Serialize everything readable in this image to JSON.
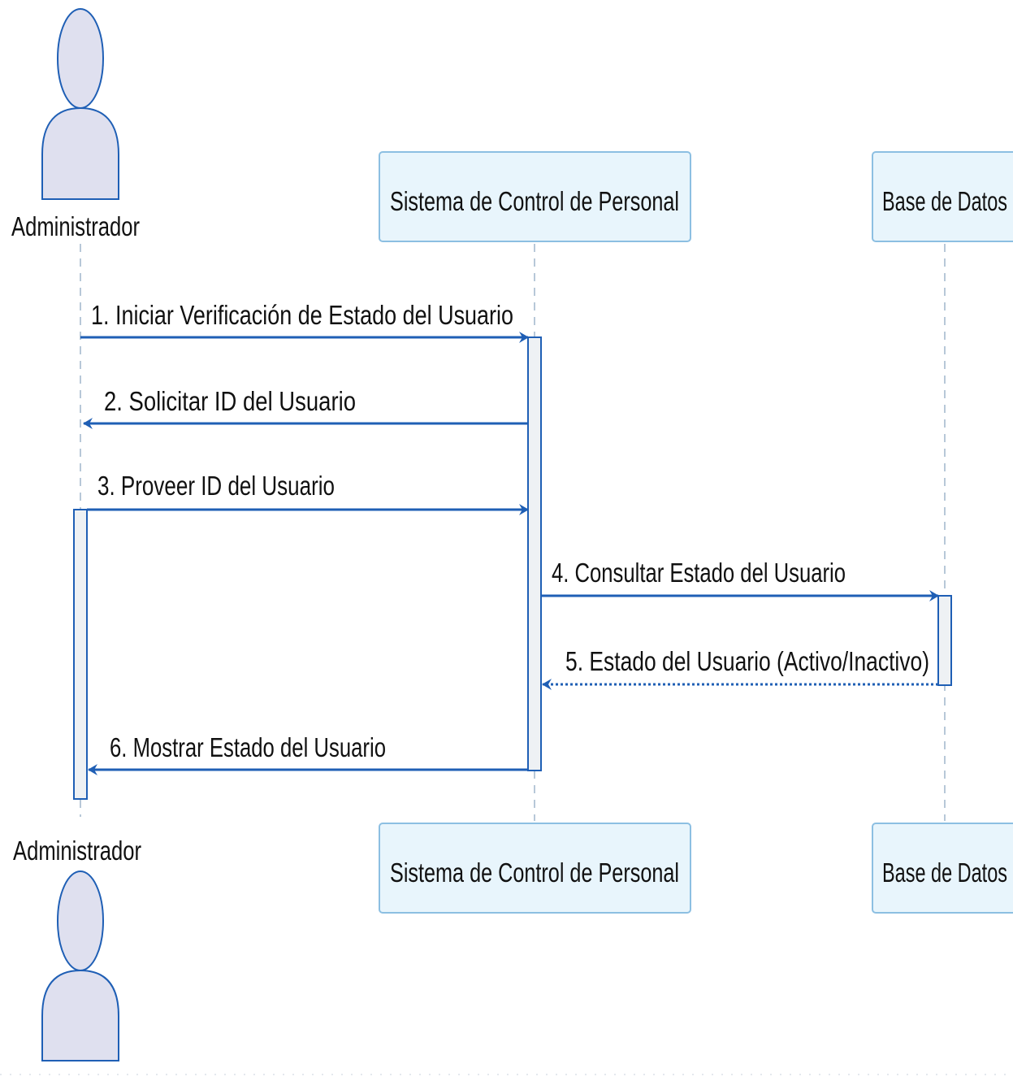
{
  "colors": {
    "arrow": "#1f5fb5",
    "box_fill": "#e8f5fc",
    "box_stroke": "#8cbfe2",
    "actor_fill": "#dfe0ef",
    "actor_stroke": "#1f5fb5",
    "lifeline": "#9fb6cc",
    "activation_fill": "#eef1f4",
    "text": "#111111"
  },
  "participants": {
    "admin": {
      "label": "Administrador",
      "kind": "actor"
    },
    "system": {
      "label": "Sistema de Control de Personal",
      "kind": "box"
    },
    "db": {
      "label": "Base de Datos",
      "kind": "box"
    }
  },
  "messages": [
    {
      "label": "1. Iniciar Verificación de Estado del Usuario",
      "from": "admin",
      "to": "system",
      "style": "solid"
    },
    {
      "label": "2. Solicitar ID del Usuario",
      "from": "system",
      "to": "admin",
      "style": "solid"
    },
    {
      "label": "3. Proveer ID del Usuario",
      "from": "admin",
      "to": "system",
      "style": "solid"
    },
    {
      "label": "4. Consultar Estado del Usuario",
      "from": "system",
      "to": "db",
      "style": "solid"
    },
    {
      "label": "5. Estado del Usuario (Activo/Inactivo)",
      "from": "db",
      "to": "system",
      "style": "dashed"
    },
    {
      "label": "6. Mostrar Estado del Usuario",
      "from": "system",
      "to": "admin",
      "style": "solid"
    }
  ]
}
